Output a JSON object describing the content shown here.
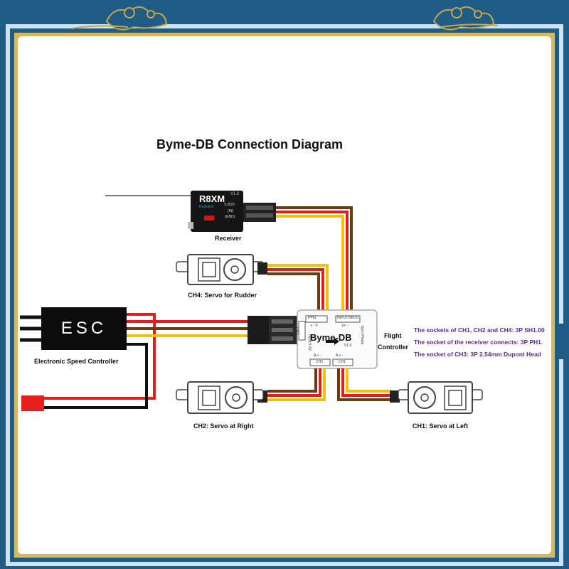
{
  "title": "Byme-DB Connection Diagram",
  "receiver": {
    "model": "R8XM",
    "version": "V1.0",
    "caption": "Receiver",
    "pins": [
      "S.BUS",
      "(IN)",
      "(GND)"
    ],
    "sub_label": "Radiolink"
  },
  "esc": {
    "label": "ESC",
    "caption": "Electronic Speed Controller"
  },
  "flight_controller": {
    "name": "Byme-DB",
    "version": "V1.0",
    "caption_line1": "Flight",
    "caption_line2": "Controller",
    "top_left_port": "PH1",
    "top_right_port": "INPUT/SBUS",
    "top_pin_left": "+ - V",
    "top_pin_right": "V+ -",
    "left_port": "CH3",
    "left_vertical": "Input 5-6V",
    "right_vertical": "Gyro Phase",
    "bottom_left_port": "CH2",
    "bottom_right_port": "CH1",
    "bottom_left_pins": "A + -",
    "bottom_right_pins": "A + -"
  },
  "servos": {
    "ch4": "CH4: Servo for Rudder",
    "ch2": "CH2: Servo at Right",
    "ch1": "CH1: Servo at Left"
  },
  "notes": [
    "The sockets of CH1, CH2 and CH4: 3P SH1.00",
    "The socket of the receiver connects: 3P PH1.",
    "The socket of CH3: 3P 2.54mm Dupont Head"
  ],
  "colors": {
    "frame_blue": "#1f5c86",
    "frame_gold": "#c9a54a",
    "wire_red": "#e02020",
    "wire_yellow": "#f2c200",
    "wire_brown": "#6b3b12",
    "note_purple": "#5a2a8c",
    "connector_red": "#e8201c"
  }
}
